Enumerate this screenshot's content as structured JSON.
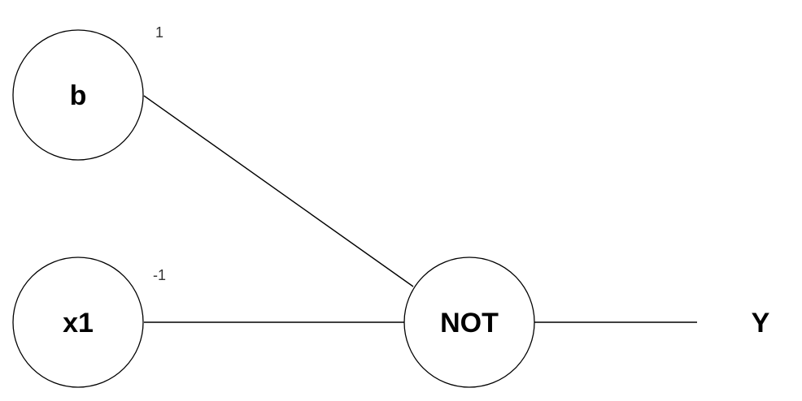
{
  "nodes": {
    "bias": {
      "label": "b"
    },
    "input_x1": {
      "label": "x1"
    },
    "not_gate": {
      "label": "NOT"
    },
    "output": {
      "label": "Y"
    }
  },
  "weights": {
    "bias_to_not": "1",
    "x1_to_not": "-1"
  },
  "colors": {
    "stroke": "#000000",
    "node_fill": "#ffffff",
    "weight_text": "#333333"
  }
}
